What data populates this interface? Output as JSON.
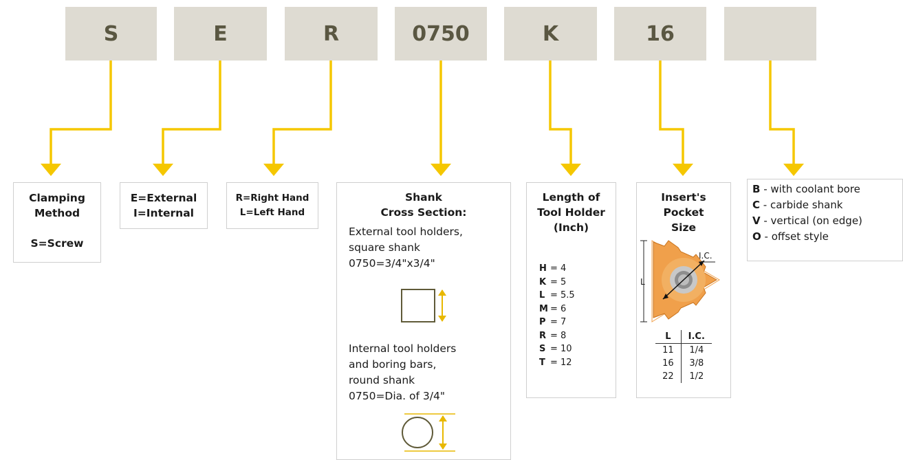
{
  "codes": [
    "S",
    "E",
    "R",
    "0750",
    "K",
    "16",
    ""
  ],
  "clamping": {
    "title_line1": "Clamping",
    "title_line2": "Method",
    "value": "S=Screw"
  },
  "orientation": {
    "line1": "E=External",
    "line2": "I=Internal"
  },
  "hand": {
    "line1": "R=Right Hand",
    "line2": "L=Left Hand"
  },
  "shank": {
    "title_line1": "Shank",
    "title_line2": "Cross Section:",
    "external_line1": "External tool holders,",
    "external_line2": "square shank",
    "external_line3": "0750=3/4\"x3/4\"",
    "internal_line1": "Internal tool holders",
    "internal_line2": "and boring bars,",
    "internal_line3": "round shank",
    "internal_line4": "0750=Dia. of 3/4\""
  },
  "length": {
    "title_line1": "Length of",
    "title_line2": "Tool Holder",
    "title_line3": "(Inch)",
    "rows": [
      {
        "code": "H",
        "value": "4"
      },
      {
        "code": "K",
        "value": "5"
      },
      {
        "code": "L",
        "value": "5.5"
      },
      {
        "code": "M",
        "value": "6"
      },
      {
        "code": "P",
        "value": "7"
      },
      {
        "code": "R",
        "value": "8"
      },
      {
        "code": "S",
        "value": "10"
      },
      {
        "code": "T",
        "value": "12"
      }
    ]
  },
  "insert": {
    "title_line1": "Insert's",
    "title_line2": "Pocket",
    "title_line3": "Size",
    "dim_l": "L",
    "dim_ic": "I.C.",
    "table_headers": [
      "L",
      "I.C."
    ],
    "table_rows": [
      [
        "11",
        "1/4"
      ],
      [
        "16",
        "3/8"
      ],
      [
        "22",
        "1/2"
      ]
    ]
  },
  "options": [
    {
      "code": "B",
      "text": " - with coolant bore"
    },
    {
      "code": "C",
      "text": " - carbide shank"
    },
    {
      "code": "V",
      "text": " - vertical (on edge)"
    },
    {
      "code": "O",
      "text": " - offset style"
    }
  ],
  "colors": {
    "code_box": "#dedbd2",
    "code_text": "#5a5742",
    "arrow": "#f5c700",
    "shank_icon": "#5f5a38",
    "shank_arrow": "#e8b800",
    "insert": "#f0a04b"
  }
}
